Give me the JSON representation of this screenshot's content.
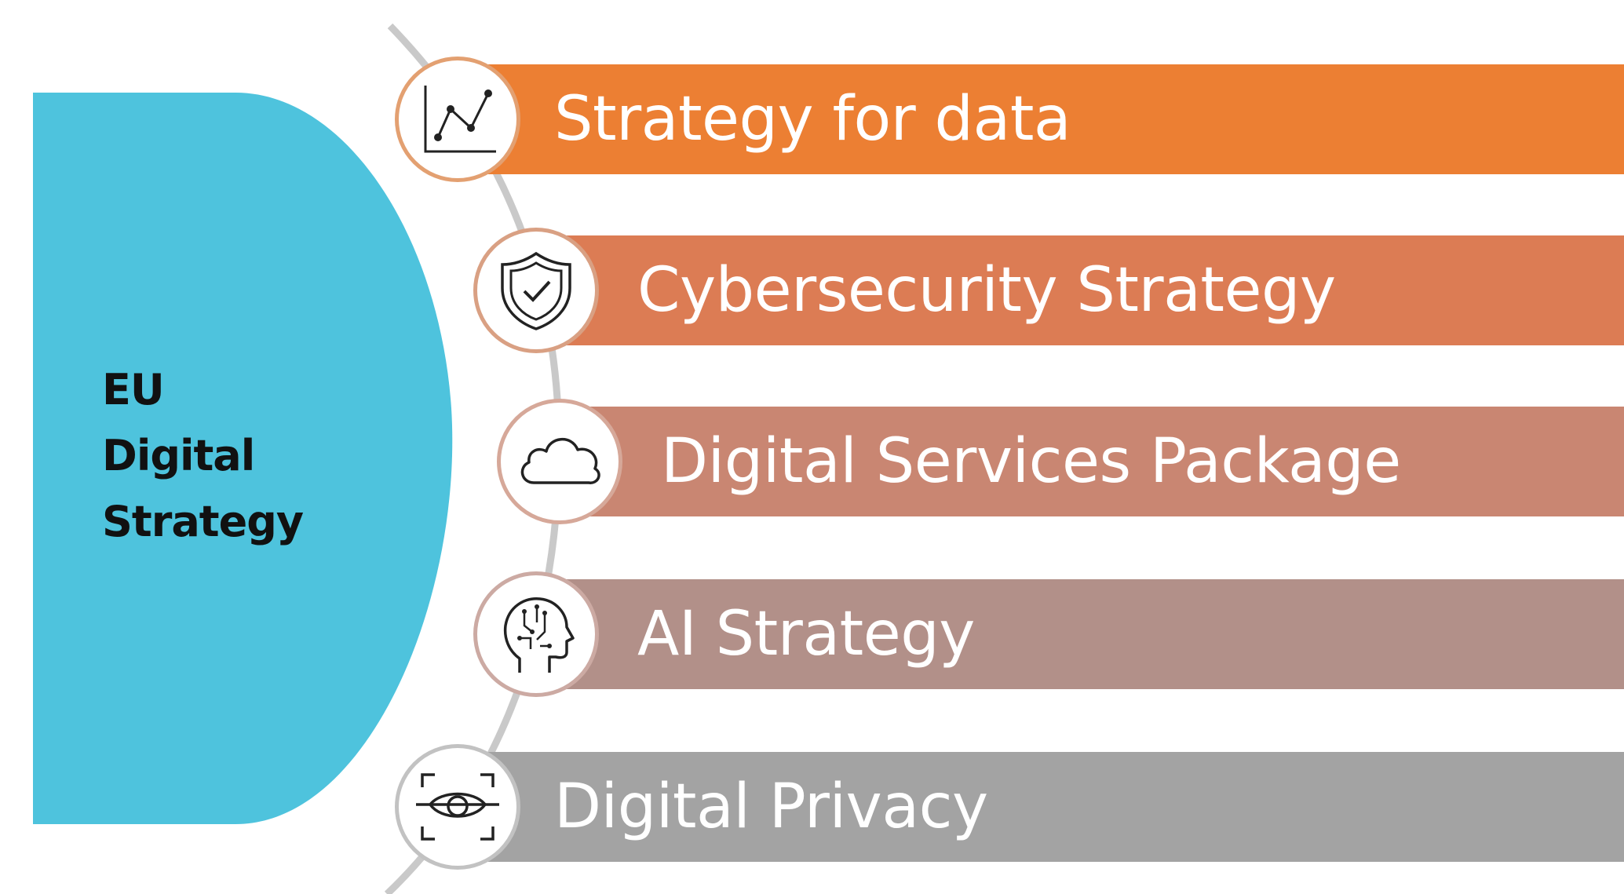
{
  "hub": {
    "lines": [
      "EU",
      "Digital",
      "Strategy"
    ],
    "color": "#4ec3dd"
  },
  "items": [
    {
      "label": "Strategy for data",
      "icon": "line-chart-icon",
      "color": "#ec7f33",
      "border": "#e3a071"
    },
    {
      "label": "Cybersecurity Strategy",
      "icon": "shield-check-icon",
      "color": "#dc7c54",
      "border": "#d9a083"
    },
    {
      "label": "Digital Services Package",
      "icon": "cloud-icon",
      "color": "#c98672",
      "border": "#d6a899"
    },
    {
      "label": "AI Strategy",
      "icon": "ai-head-icon",
      "color": "#b29089",
      "border": "#ccaaa3"
    },
    {
      "label": "Digital Privacy",
      "icon": "eye-scan-icon",
      "color": "#a3a3a3",
      "border": "#c2c2c2"
    }
  ],
  "connector_color": "#c9c9c9"
}
